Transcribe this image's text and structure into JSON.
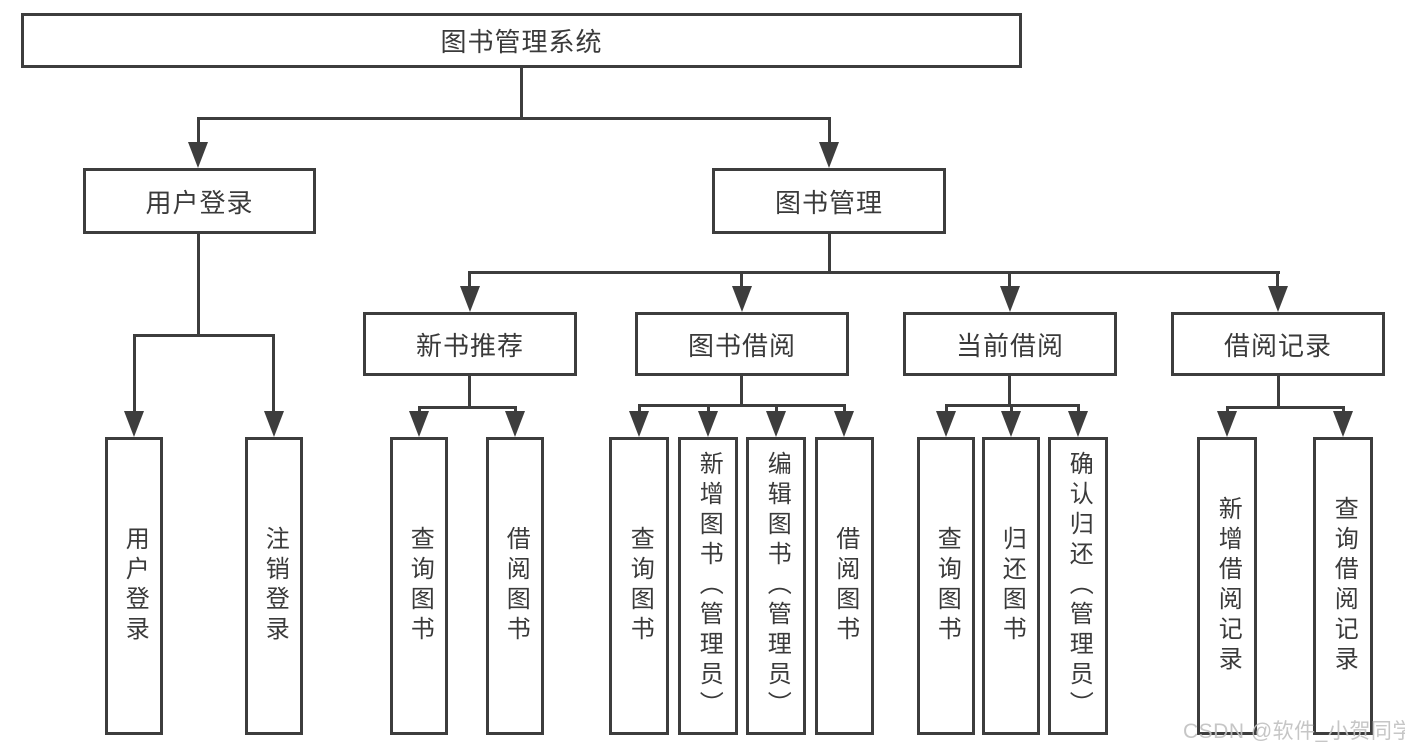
{
  "diagram": {
    "tree": {
      "label": "图书管理系统",
      "children": [
        {
          "label": "用户登录",
          "children": [
            {
              "label": "用户登录"
            },
            {
              "label": "注销登录"
            }
          ]
        },
        {
          "label": "图书管理",
          "children": [
            {
              "label": "新书推荐",
              "children": [
                {
                  "label": "查询图书"
                },
                {
                  "label": "借阅图书"
                }
              ]
            },
            {
              "label": "图书借阅",
              "children": [
                {
                  "label": "查询图书"
                },
                {
                  "label": "新增图书（管理员）"
                },
                {
                  "label": "编辑图书（管理员）"
                },
                {
                  "label": "借阅图书"
                }
              ]
            },
            {
              "label": "当前借阅",
              "children": [
                {
                  "label": "查询图书"
                },
                {
                  "label": "归还图书"
                },
                {
                  "label": "确认归还（管理员）"
                }
              ]
            },
            {
              "label": "借阅记录",
              "children": [
                {
                  "label": "新增借阅记录"
                },
                {
                  "label": "查询借阅记录"
                }
              ]
            }
          ]
        }
      ]
    },
    "colors": {
      "line": "#3d3d3d",
      "text": "#3a3a3a",
      "box_background": "#ffffff",
      "page_background": "#ffffff",
      "watermark": "#c1c1c1"
    }
  },
  "watermark": {
    "text": "CSDN @软件_小贺同学"
  }
}
